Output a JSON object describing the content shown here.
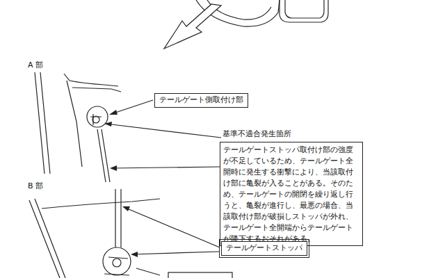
{
  "diagram": {
    "nodes": [
      {
        "text": [
          "テールゲート側取付け部"
        ]
      },
      {
        "text": [
          "基準不適合発生箇所",
          "テールゲートストッパ取付け部の強度が不足しているため、テールゲート全開時に発生する衝撃により、当該取付け部に亀裂が入ることがある。そのため、テールゲートの開閉を繰り返し行うと、亀裂が進行し、最悪の場合、当該取付け部が破損しストッパが外れ、テールゲート全開端からテールゲートが降下するおそれがある。"
        ]
      },
      {
        "text": [
          "テールゲートストッパ"
        ]
      }
    ],
    "labels": [
      "A 部",
      "B 部"
    ]
  }
}
